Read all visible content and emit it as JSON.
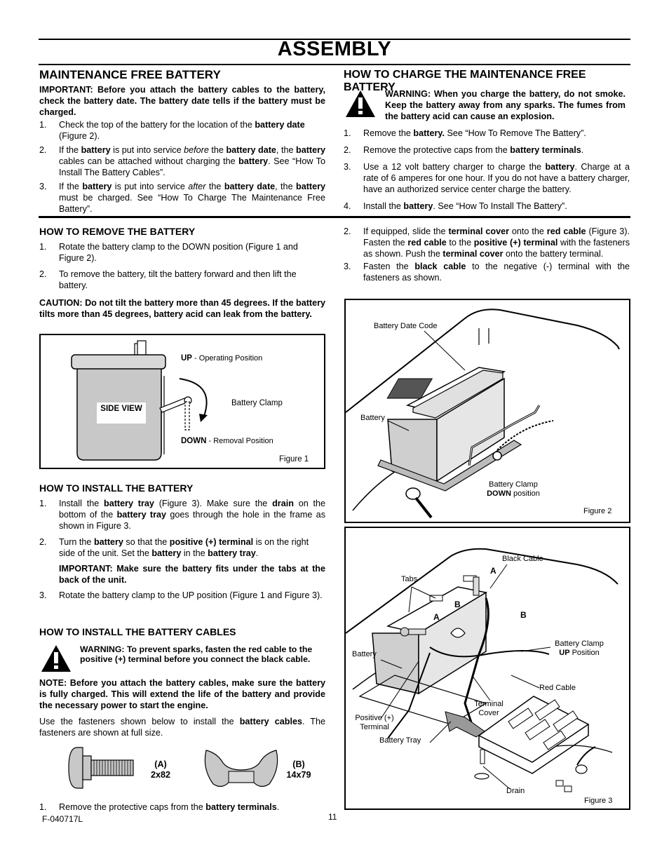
{
  "title": "ASSEMBLY",
  "left": {
    "maint_heading": "MAINTENANCE FREE BATTERY",
    "maint_important": "IMPORTANT: Before you attach the battery cables to the battery, check the battery date. The battery date tells if the battery must be charged.",
    "maint_steps": [
      {
        "n": "1.",
        "a": "Check the top of the battery for the location of the ",
        "b": "battery date",
        "c": " (Figure 2)."
      },
      {
        "n": "2.",
        "a": "If the ",
        "b": "battery",
        "c": " is put into service ",
        "d": "before",
        "e": " the ",
        "f": "battery date",
        "g": ", the ",
        "h": "battery",
        "i": " cables can be attached without charging the ",
        "j": "battery",
        "k": ". See “How To Install The Battery Cables”."
      },
      {
        "n": "3.",
        "a": "If the ",
        "b": "battery",
        "c": " is put into service ",
        "d": "after",
        "e": " the ",
        "f": "battery date",
        "g": ", the ",
        "h": "battery",
        "i": " must be charged. See “How To Charge The Maintenance Free Battery”."
      }
    ],
    "remove_heading": "HOW TO REMOVE THE BATTERY",
    "remove_steps": [
      {
        "n": "1.",
        "t": "Rotate the battery clamp to the DOWN position (Figure 1 and Figure 2)."
      },
      {
        "n": "2.",
        "t": "To remove the battery, tilt the battery forward and then lift the battery."
      }
    ],
    "remove_caution": "CAUTION: Do not tilt the battery more than 45 degrees. If the battery tilts more than 45 degrees, battery acid can leak from the battery.",
    "fig1": {
      "side_view": "SIDE VIEW",
      "up_bold": "UP",
      "up_rest": " - Operating Position",
      "clamp": "Battery Clamp",
      "down_bold": "DOWN",
      "down_rest": " - Removal Position",
      "caption": "Figure 1"
    },
    "install_heading": "HOW TO INSTALL THE BATTERY",
    "install_steps": [
      {
        "n": "1.",
        "a": "Install the ",
        "b": "battery tray",
        "c": " (Figure 3). Make sure the ",
        "d": "drain",
        "e": " on the bottom of the ",
        "f": "battery tray",
        "g": " goes through the hole in the frame as shown in Figure 3."
      },
      {
        "n": "2.",
        "a": "Turn the ",
        "b": "battery",
        "c": " so that the ",
        "d": "positive (+) terminal",
        "e": " is on the right side of the unit. Set the ",
        "f": "battery",
        "g": " in the ",
        "h": "battery tray",
        "i": "."
      },
      {
        "n": "3.",
        "t": "Rotate the battery clamp to the UP position (Figure 1 and Figure 3)."
      }
    ],
    "install_important": "IMPORTANT: Make sure the battery fits under the tabs at the back of the unit.",
    "cables_heading": "HOW TO INSTALL THE BATTERY CABLES",
    "cables_warning": "WARNING: To prevent sparks, fasten the red cable to the positive (+) terminal before you connect the black cable.",
    "cables_note": "NOTE: Before you attach the battery cables, make sure the battery is fully charged. This will extend the life of the battery and  provide the necessary power to start the engine.",
    "fasteners_a": "Use the fasteners shown below to install the ",
    "fasteners_b": "battery cables",
    "fasteners_c": ". The fasteners are shown at full size.",
    "fastener_a_label": "(A)",
    "fastener_a_size": "2x82",
    "fastener_b_label": "(B)",
    "fastener_b_size": "14x79",
    "cables_step1": {
      "n": "1.",
      "a": "Remove the protective caps from the ",
      "b": "battery terminals",
      "c": "."
    }
  },
  "right": {
    "charge_heading": "HOW TO CHARGE THE MAINTENANCE FREE BATTERY",
    "charge_warning": "WARNING: When you charge the battery, do not smoke. Keep the battery away from any sparks. The fumes from the battery acid can cause an explosion.",
    "charge_steps": [
      {
        "n": "1.",
        "a": "Remove the ",
        "b": "battery.",
        "c": " See “How To Remove The Battery”."
      },
      {
        "n": "2.",
        "a": "Remove the protective caps from the ",
        "b": "battery terminals",
        "c": "."
      },
      {
        "n": "3.",
        "a": "Use a 12 volt battery charger to charge the ",
        "b": "battery",
        "c": ". Charge at a rate of 6 amperes for one hour. If you do not have a battery charger, have an authorized service center charge the battery."
      },
      {
        "n": "4.",
        "a": "Install the ",
        "b": "battery",
        "c": ". See “How To Install The Battery”."
      }
    ],
    "cables_steps": [
      {
        "n": "2.",
        "a": "If equipped, slide the ",
        "b": "terminal cover",
        "c": " onto the ",
        "d": "red cable",
        "e": " (Figure 3). Fasten the ",
        "f": "red cable",
        "g": " to the ",
        "h": "positive (+) terminal",
        "i": " with the fasteners as shown. Push the ",
        "j": "terminal cover",
        "k": " onto the battery terminal."
      },
      {
        "n": "3.",
        "a": "Fasten the ",
        "b": "black cable",
        "c": " to the negative (-) terminal with the fasteners as shown."
      }
    ],
    "fig2": {
      "date_code": "Battery Date Code",
      "battery": "Battery",
      "clamp": "Battery Clamp",
      "down_bold": "DOWN",
      "down_rest": " position",
      "caption": "Figure 2"
    },
    "fig3": {
      "black_cable": "Black Cable",
      "tabs": "Tabs",
      "a1": "A",
      "b1": "B",
      "a2": "A",
      "b2": "B",
      "battery": "Battery",
      "clamp": "Battery Clamp",
      "up_bold": "UP",
      "up_rest": " Position",
      "red_cable": "Red Cable",
      "terminal_cover": "Terminal Cover",
      "positive": "Positive (+) Terminal",
      "tray": "Battery Tray",
      "drain": "Drain",
      "caption": "Figure 3"
    }
  },
  "footer": {
    "code": "F-040717L",
    "page": "11"
  }
}
